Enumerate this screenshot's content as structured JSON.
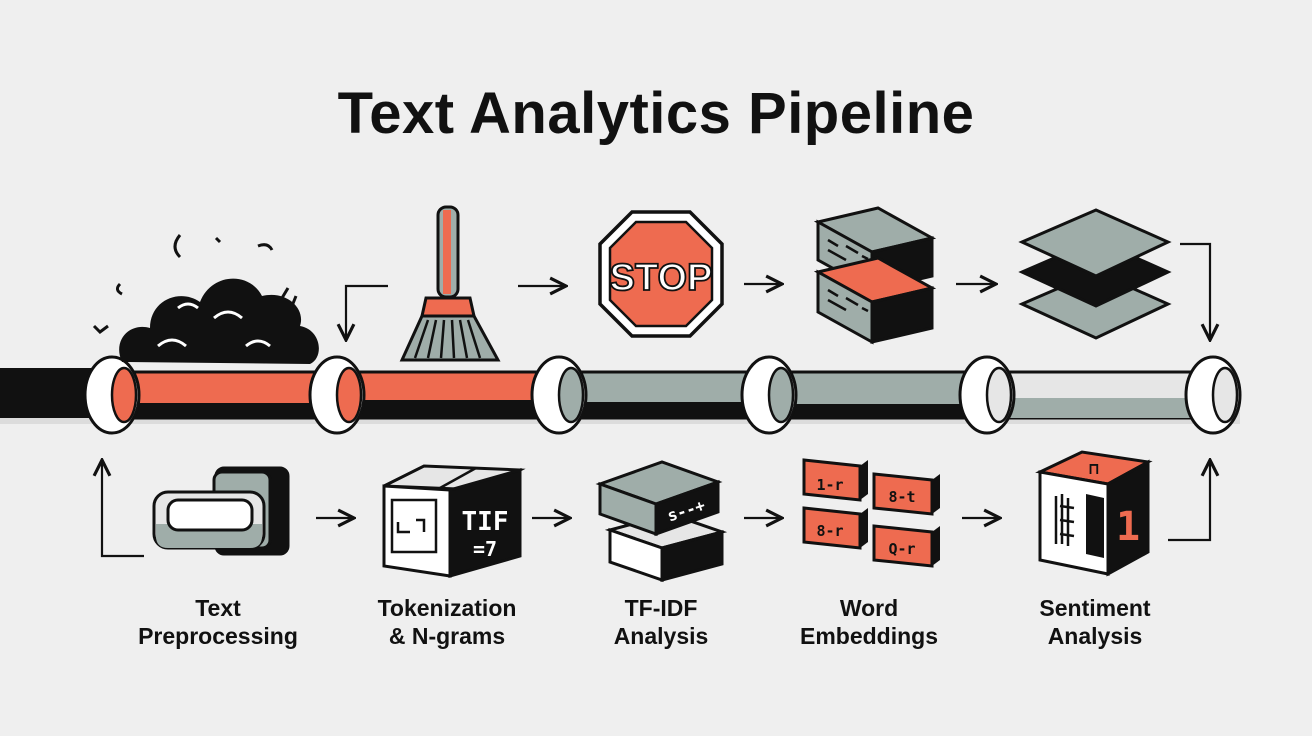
{
  "title": "Text Analytics Pipeline",
  "steps": [
    {
      "label": "Text\nPreprocessing"
    },
    {
      "label": "Tokenization\n& N-grams"
    },
    {
      "label": "TF-IDF\nAnalysis"
    },
    {
      "label": "Word\nEmbeddings"
    },
    {
      "label": "Sentiment\nAnalysis"
    }
  ],
  "icon_text": {
    "stop_sign": "STOP",
    "tfidf_box": "TIF",
    "tfidf_box_sub": "=7",
    "vector_block": "s--+",
    "embed_tiles": [
      "1-r",
      "8-t",
      "8-r",
      "Q-r"
    ],
    "sentiment_cube_top": "⊓",
    "sentiment_cube_front": "1"
  },
  "colors": {
    "background": "#efefef",
    "ink": "#111111",
    "accent": "#ee6b50",
    "gray": "#9fada9",
    "light": "#e6e6e6"
  }
}
